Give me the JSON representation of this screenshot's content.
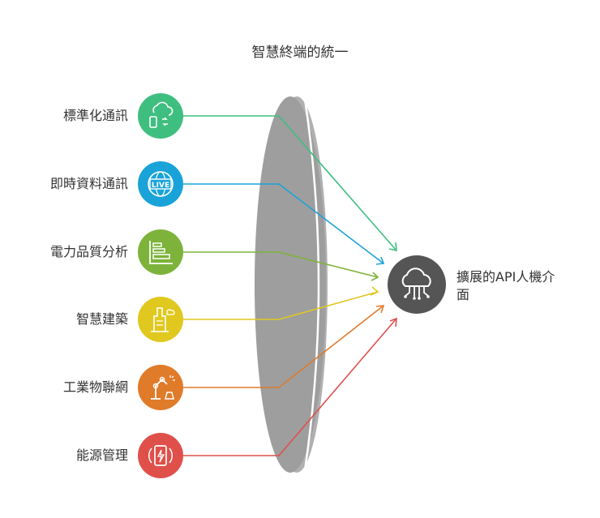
{
  "title": "智慧終端的統一",
  "sources": [
    {
      "label": "標準化通訊",
      "color": "#3fbf7f",
      "icon": "cloud-device-sync-icon"
    },
    {
      "label": "即時資料通訊",
      "color": "#1aa3d9",
      "icon": "live-globe-icon"
    },
    {
      "label": "電力品質分析",
      "color": "#7db33a",
      "icon": "bar-chart-icon"
    },
    {
      "label": "智慧建築",
      "color": "#e0c81f",
      "icon": "smart-building-icon"
    },
    {
      "label": "工業物聯網",
      "color": "#e07b2a",
      "icon": "industrial-robot-icon"
    },
    {
      "label": "能源管理",
      "color": "#e0504a",
      "icon": "battery-cycle-icon"
    }
  ],
  "target": {
    "line1": "擴展的API人機介",
    "line2": "面",
    "color": "#555555",
    "icon": "cloud-network-icon"
  },
  "lens": {
    "color": "#9e9e9e"
  }
}
